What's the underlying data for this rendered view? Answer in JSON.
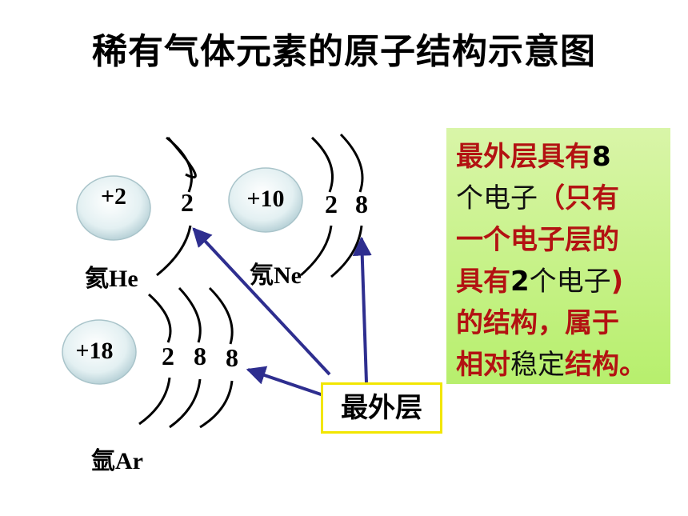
{
  "title": "稀有气体元素的原子结构示意图",
  "atoms": {
    "he": {
      "charge": "+2",
      "shells": [
        "2"
      ],
      "label": "氦He"
    },
    "ne": {
      "charge": "+10",
      "shells": [
        "2",
        "8"
      ],
      "label": "氖Ne"
    },
    "ar": {
      "charge": "+18",
      "shells": [
        "2",
        "8",
        "8"
      ],
      "label": "氩Ar"
    }
  },
  "callout": "最外层",
  "info": {
    "l1a": "最外层具有",
    "l1b": "8",
    "l2a": "个电子",
    "l2b": "（只有",
    "l3": "一个电子层的",
    "l4a": "具有",
    "l4b": "2",
    "l4c": "个电子",
    "l4d": ")",
    "l5": "的结构，属于",
    "l6a": "相对",
    "l6b": "稳定",
    "l6c": "结构。"
  },
  "colors": {
    "arrow": "#2e2e8f",
    "nucleus_fill": "#dfeef0",
    "info_text_red": "#b31212",
    "info_bg": "#c6f27f",
    "callout_border": "#f2e600"
  }
}
